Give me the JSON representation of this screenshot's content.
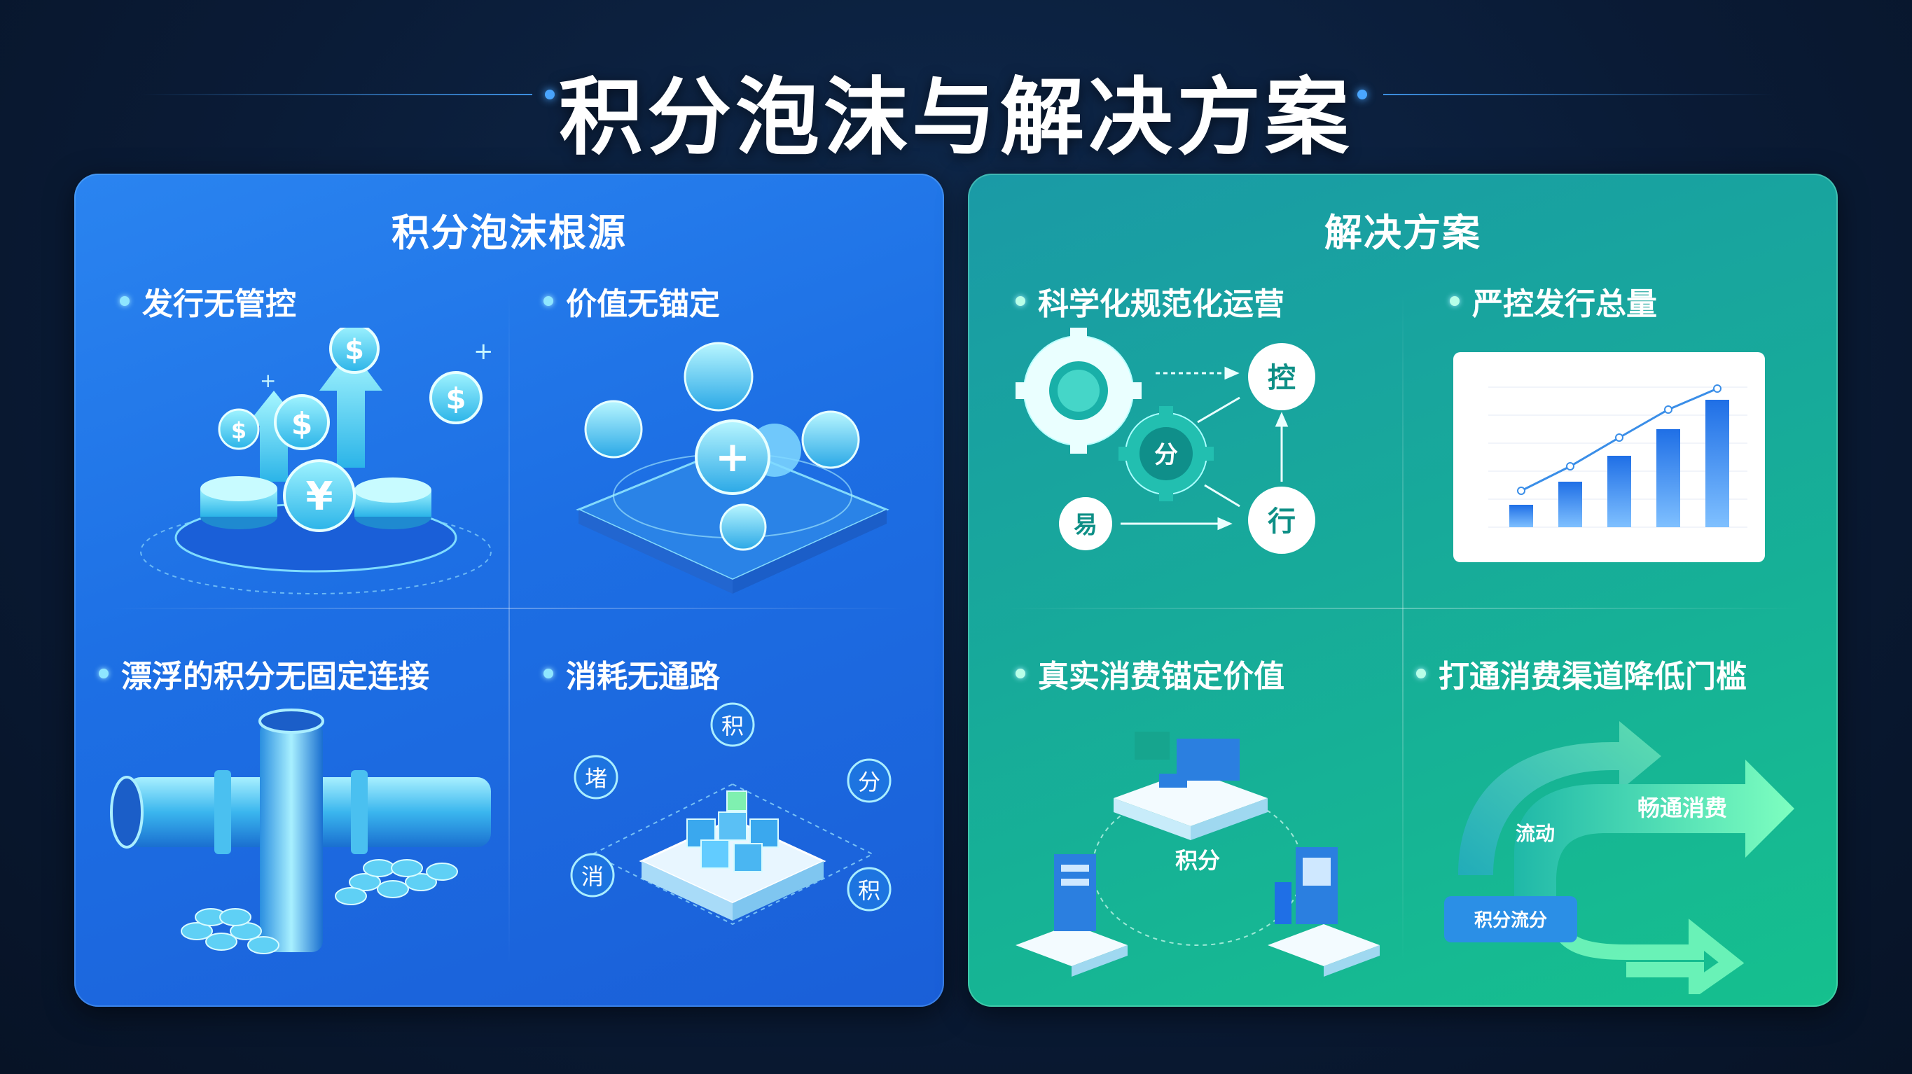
{
  "title": "积分泡沫与解决方案",
  "left_panel": {
    "title": "积分泡沫根源",
    "items": [
      {
        "label": "发行无管控"
      },
      {
        "label": "价值无锚定"
      },
      {
        "label": "漂浮的积分无固定连接"
      },
      {
        "label": "消耗无通路",
        "nodes": [
          "积",
          "堵",
          "分",
          "消",
          "积"
        ]
      }
    ]
  },
  "right_panel": {
    "title": "解决方案",
    "items": [
      {
        "label": "科学化规范化运营",
        "nodes": [
          "控",
          "分",
          "行",
          "易"
        ]
      },
      {
        "label": "严控发行总量"
      },
      {
        "label": "真实消费锚定价值",
        "center": "积分"
      },
      {
        "label": "打通消费渠道降低门槛",
        "flow_labels": [
          "积分流分",
          "流动",
          "畅通消费"
        ]
      }
    ]
  },
  "colors": {
    "left_panel": "#1f6fe6",
    "right_panel": "#17ab98",
    "accent": "#4aa6ff"
  }
}
